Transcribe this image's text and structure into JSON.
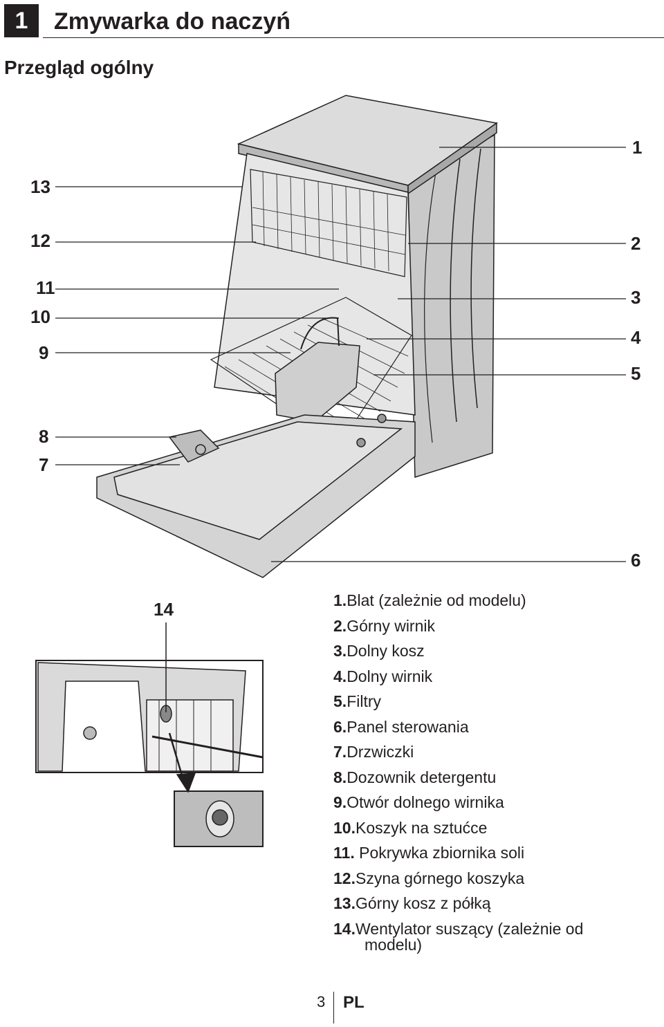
{
  "chapter": {
    "number": "1",
    "title": "Zmywarka do naczyń"
  },
  "section": {
    "title": "Przegląd ogólny"
  },
  "callouts_left": [
    "13",
    "12",
    "11",
    "10",
    "9",
    "8",
    "7"
  ],
  "callouts_right": [
    "1",
    "2",
    "3",
    "4",
    "5",
    "6"
  ],
  "detail_label": "14",
  "legend": [
    {
      "num": "1.",
      "text": "Blat (zależnie od modelu)"
    },
    {
      "num": "2.",
      "text": "Górny wirnik"
    },
    {
      "num": "3.",
      "text": "Dolny kosz"
    },
    {
      "num": "4.",
      "text": "Dolny wirnik"
    },
    {
      "num": "5.",
      "text": "Filtry"
    },
    {
      "num": "6.",
      "text": "Panel sterowania"
    },
    {
      "num": "7.",
      "text": "Drzwiczki"
    },
    {
      "num": "8.",
      "text": "Dozownik detergentu"
    },
    {
      "num": "9.",
      "text": "Otwór dolnego wirnika"
    },
    {
      "num": "10.",
      "text": "Koszyk na sztućce"
    },
    {
      "num": "11.",
      "text": " Pokrywka zbiornika soli"
    },
    {
      "num": "12.",
      "text": "Szyna górnego koszyka"
    },
    {
      "num": "13.",
      "text": "Górny kosz z półką"
    },
    {
      "num": "14.",
      "text": "Wentylator suszący (zależnie od"
    }
  ],
  "legend_wrap": "modelu)",
  "footer": {
    "page": "3",
    "lang": "PL"
  }
}
